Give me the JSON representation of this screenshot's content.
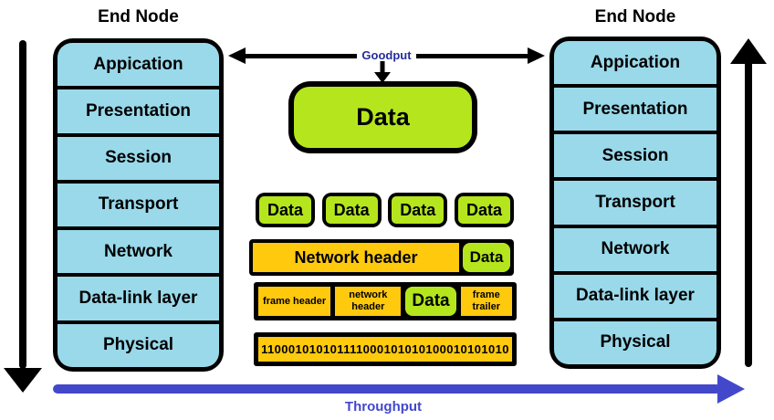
{
  "colors": {
    "layer_fill": "#99D9EA",
    "data_fill": "#B5E61D",
    "header_fill": "#FFC90E",
    "throughput_blue": "#4348CB",
    "goodput_navy": "#262C9B",
    "outline": "#000000",
    "background": "#FFFFFF"
  },
  "left_node": {
    "title": "End Node",
    "layers": [
      "Appication",
      "Presentation",
      "Session",
      "Transport",
      "Network",
      "Data-link layer",
      "Physical"
    ]
  },
  "right_node": {
    "title": "End Node",
    "layers": [
      "Appication",
      "Presentation",
      "Session",
      "Transport",
      "Network",
      "Data-link layer",
      "Physical"
    ]
  },
  "encapsulation": {
    "goodput_label": "Goodput",
    "data_box_label": "Data",
    "segment_boxes": [
      "Data",
      "Data",
      "Data",
      "Data"
    ],
    "network_row": {
      "header_label": "Network header",
      "data_label": "Data"
    },
    "frame_row": {
      "frame_header": "frame header",
      "network_header": "network header",
      "data_label": "Data",
      "frame_trailer": "frame trailer"
    },
    "binary_stream": "110001010101111000101010100010101010"
  },
  "bottom": {
    "throughput_label": "Throughput"
  }
}
